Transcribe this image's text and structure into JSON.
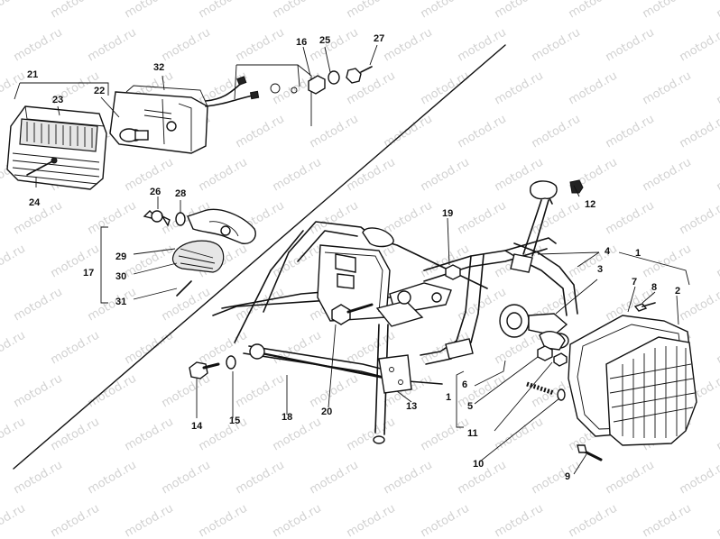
{
  "diagram": {
    "watermark": "motod.ru",
    "part_numbers": [
      "1",
      "2",
      "3",
      "4",
      "5",
      "6",
      "7",
      "8",
      "9",
      "10",
      "11",
      "12",
      "13",
      "14",
      "15",
      "16",
      "17",
      "18",
      "19",
      "20",
      "21",
      "22",
      "23",
      "24",
      "25",
      "26",
      "27",
      "28",
      "29",
      "30",
      "31",
      "32"
    ],
    "labels": {
      "p1a": "1",
      "p1b": "1",
      "p2": "2",
      "p3": "3",
      "p4": "4",
      "p5": "5",
      "p6": "6",
      "p7": "7",
      "p8": "8",
      "p9": "9",
      "p10": "10",
      "p11": "11",
      "p12": "12",
      "p13": "13",
      "p14": "14",
      "p15": "15",
      "p16": "16",
      "p17": "17",
      "p18": "18",
      "p19": "19",
      "p20": "20",
      "p21": "21",
      "p22": "22",
      "p23": "23",
      "p24": "24",
      "p25": "25",
      "p26": "26",
      "p27": "27",
      "p28": "28",
      "p29": "29",
      "p30": "30",
      "p31": "31",
      "p32": "32"
    }
  }
}
